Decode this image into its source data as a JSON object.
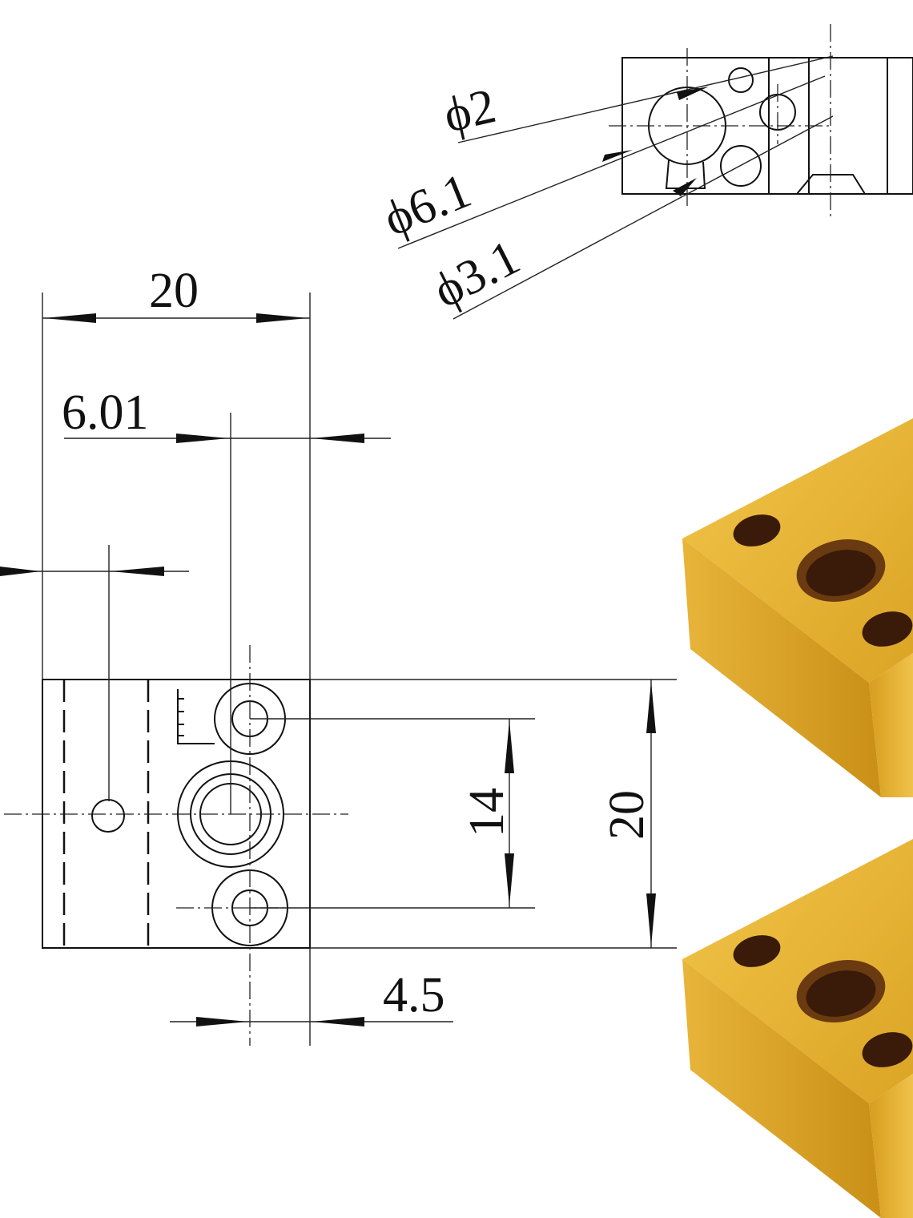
{
  "dimensions": {
    "phi_2": "ϕ2",
    "phi_6_1": "ϕ6.1",
    "phi_3_1": "ϕ3.1",
    "width_20": "20",
    "offset_6_01": "6.01",
    "spacing_14": "14",
    "height_20": "20",
    "offset_4_5": "4.5"
  },
  "colors": {
    "gold": "#e0a925",
    "gold_dark": "#b98212",
    "hole": "#3a1a08"
  }
}
